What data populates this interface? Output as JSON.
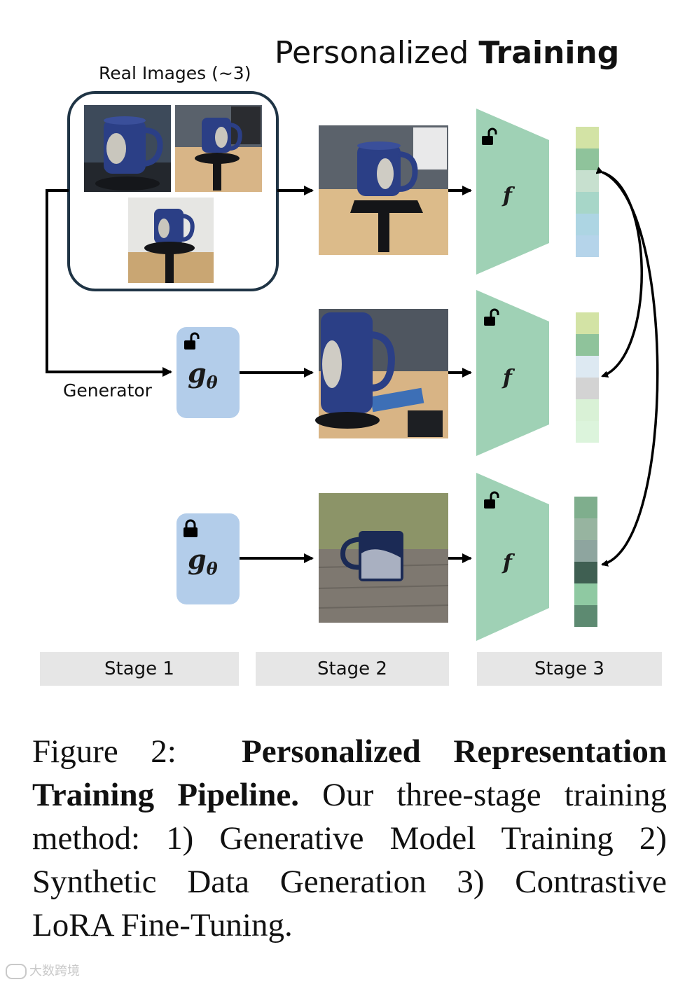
{
  "title": {
    "normal": "Personalized",
    "bold": "Training"
  },
  "real_images_label": "Real Images (~3)",
  "generator_label": "Generator",
  "generator_symbol": "g",
  "generator_subscript": "θ",
  "encoder_symbol": "f",
  "lock_states": {
    "row1_encoder": "unlocked",
    "row2_generator": "unlocked",
    "row2_encoder": "unlocked",
    "row3_generator": "locked",
    "row3_encoder": "unlocked"
  },
  "stages": [
    "Stage 1",
    "Stage 2",
    "Stage 3"
  ],
  "caption": {
    "label": "Figure 2:",
    "bold": "Personalized Representation Training Pipeline.",
    "text": "Our three-stage training method: 1) Generative Model Training 2) Synthetic Data Generation 3) Contrastive LoRA Fine-Tuning."
  },
  "watermark": "大数跨境",
  "colors": {
    "generator_fill": "#b3cdea",
    "encoder_fill": "#9fd1b5",
    "stage_bg": "#e6e6e6",
    "embedding_row1": [
      "#d3e3a5",
      "#8fc39b",
      "#c7e0cf",
      "#a7d6c8",
      "#add5e3",
      "#b5d4ea"
    ],
    "embedding_row2": [
      "#d3e3a5",
      "#8fc39b",
      "#dde9f2",
      "#d3d3d3",
      "#d9f1d6",
      "#dcf4dc"
    ],
    "embedding_row3": [
      "#7fae8d",
      "#97b4a0",
      "#8ea59f",
      "#3f5f52",
      "#8fc9a2",
      "#5d8a71"
    ]
  }
}
